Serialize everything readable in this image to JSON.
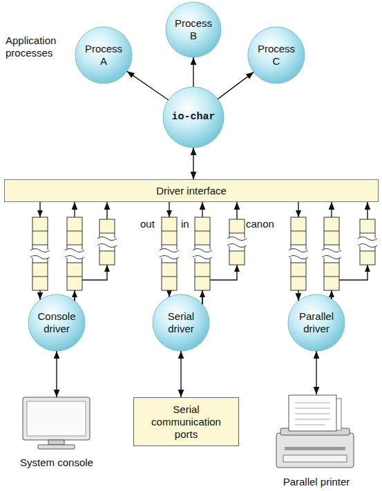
{
  "diagram": {
    "nodes": [
      {
        "text": [
          "Process A"
        ]
      },
      {
        "text": [
          "Process B"
        ]
      },
      {
        "text": [
          "Process C"
        ]
      },
      {
        "text": [
          "io-char"
        ]
      },
      {
        "text": [
          "Driver interface"
        ]
      },
      {
        "text": [
          "Console driver"
        ]
      },
      {
        "text": [
          "Serial driver"
        ]
      },
      {
        "text": [
          "Parallel driver"
        ]
      },
      {
        "text": [
          "System console"
        ]
      },
      {
        "text": [
          "Serial communication ports"
        ]
      },
      {
        "text": [
          "Parallel printer"
        ]
      }
    ],
    "edges": [
      {
        "from": 3,
        "to": 0,
        "arrow": "to"
      },
      {
        "from": 3,
        "to": 1,
        "arrow": "to"
      },
      {
        "from": 3,
        "to": 2,
        "arrow": "to"
      },
      {
        "from": 3,
        "to": 4,
        "arrow": "both"
      },
      {
        "from": 4,
        "to": 5,
        "arrow": "to"
      },
      {
        "from": 5,
        "to": 4,
        "arrow": "to"
      },
      {
        "from": 5,
        "to": 4,
        "arrow": "to"
      },
      {
        "from": 4,
        "to": 6,
        "arrow": "to"
      },
      {
        "from": 6,
        "to": 4,
        "arrow": "to"
      },
      {
        "from": 6,
        "to": 4,
        "arrow": "to"
      },
      {
        "from": 4,
        "to": 7,
        "arrow": "to"
      },
      {
        "from": 7,
        "to": 4,
        "arrow": "to"
      },
      {
        "from": 7,
        "to": 4,
        "arrow": "to"
      },
      {
        "from": 5,
        "to": 8,
        "arrow": "both"
      },
      {
        "from": 6,
        "to": 9,
        "arrow": "both"
      },
      {
        "from": 7,
        "to": 10,
        "arrow": "both"
      }
    ],
    "labels": [
      "Application processes",
      "out",
      "in",
      "canon"
    ]
  }
}
